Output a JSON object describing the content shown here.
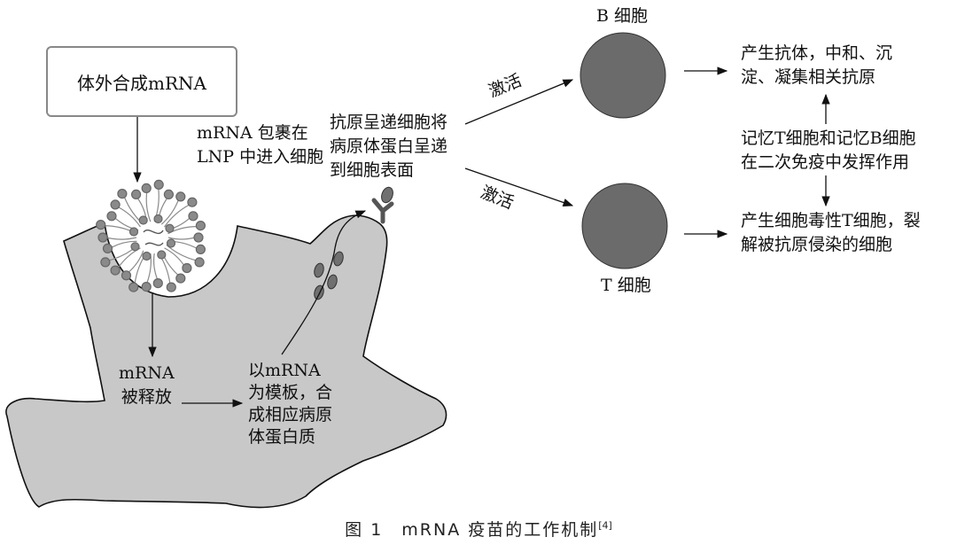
{
  "box_label": "体外合成mRNA",
  "lnp_label": "mRNA 包裹在\nLNP 中进入细胞",
  "apc_label": "抗原呈递细胞将\n病原体蛋白呈递\n到细胞表面",
  "activate_label": "激活",
  "b_cell_label": "B 细胞",
  "t_cell_label": "T 细胞",
  "antibody_label": "产生抗体，中和、沉\n淀、凝集相关抗原",
  "memory_label": "记忆T细胞和记忆B细胞\n在二次免疫中发挥作用",
  "cytotoxic_label": "产生细胞毒性T细胞，裂\n解被抗原侵染的细胞",
  "release_label": "mRNA\n被释放",
  "translate_label": "以mRNA\n为模板，合\n成相应病原\n体蛋白质",
  "caption": {
    "text": "图 1　mRNA 疫苗的工作机制",
    "ref": "[4]"
  },
  "colors": {
    "cell_fill": "#c8c8c8",
    "lymphocyte_fill": "#6b6b6b",
    "lipid_head": "#8a8a8a",
    "vesicle_fill": "#707070",
    "line": "#111111"
  }
}
